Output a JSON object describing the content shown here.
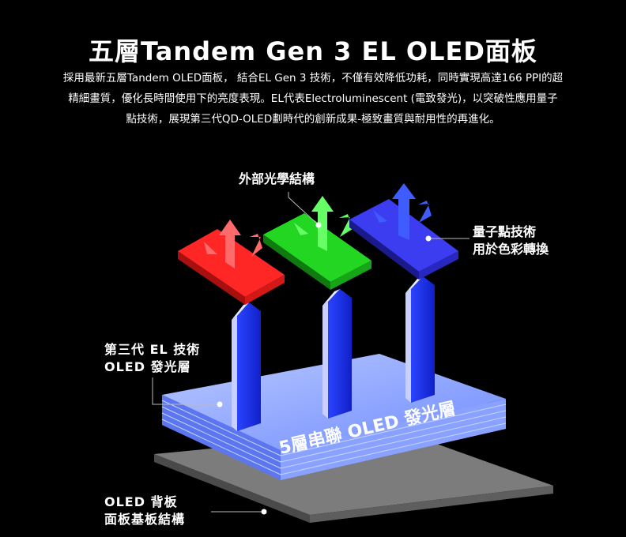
{
  "title": "五層Tandem Gen 3 EL OLED面板",
  "description": [
    "採用最新五層Tandem OLED面板， 結合EL Gen 3 技術，不僅有效降低功耗，同時實現高達166 PPI的超",
    "精細畫質，優化長時間使用下的亮度表現。EL代表Electroluminescent (電致發光)，以突破性應用量子",
    "點技術，展現第三代QD-OLED劃時代的創新成果-極致畫質與耐用性的再進化。"
  ],
  "labels": {
    "outer_optics": "外部光學結構",
    "quantum_dot": [
      "量子點技術",
      "用於色彩轉換"
    ],
    "oled_emission": [
      "第三代 EL 技術",
      "OLED 發光層"
    ],
    "stack": "5層串聯 OLED 發光層",
    "substrate": [
      "OLED 背板",
      "面板基板結構"
    ]
  },
  "colors": {
    "red": "#ff2a2a",
    "green": "#22dd22",
    "blue": "#3c3cf0",
    "stack": "#8fa6ff",
    "pillar": "#1a2fe8",
    "substrate": "#7a7a7a"
  }
}
